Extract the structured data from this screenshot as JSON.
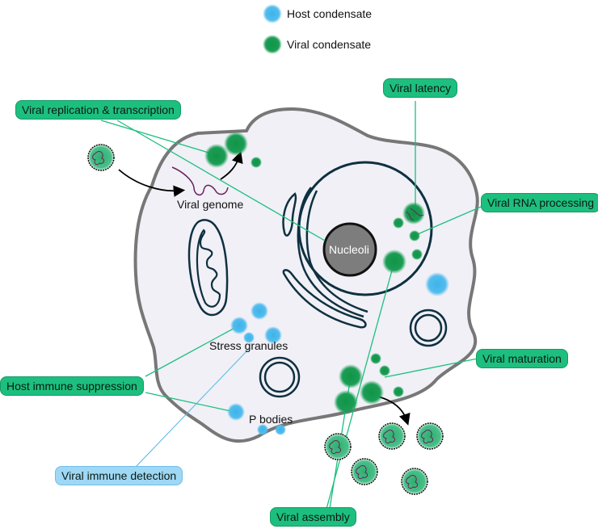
{
  "legend": {
    "host": {
      "label": "Host condensate",
      "color": "#4fb8ea"
    },
    "viral": {
      "label": "Viral condensate",
      "color": "#159a50"
    }
  },
  "labels": {
    "replication": "Viral replication & transcription",
    "latency": "Viral latency",
    "rna_processing": "Viral RNA processing",
    "maturation": "Viral maturation",
    "host_suppression": "Host immune suppression",
    "immune_detection": "Viral immune detection",
    "assembly": "Viral assembly"
  },
  "annotations": {
    "viral_genome": "Viral genome",
    "nucleoli": "Nucleoli",
    "stress_granules": "Stress granules",
    "p_bodies": "P bodies"
  },
  "colors": {
    "label_green": "#1dbf7f",
    "label_blue": "#9fd8f5",
    "cell_fill": "#f0f0f6",
    "cell_border": "#777777",
    "organelle": "#0f3040",
    "nucleoli": "#7d7d7d"
  }
}
